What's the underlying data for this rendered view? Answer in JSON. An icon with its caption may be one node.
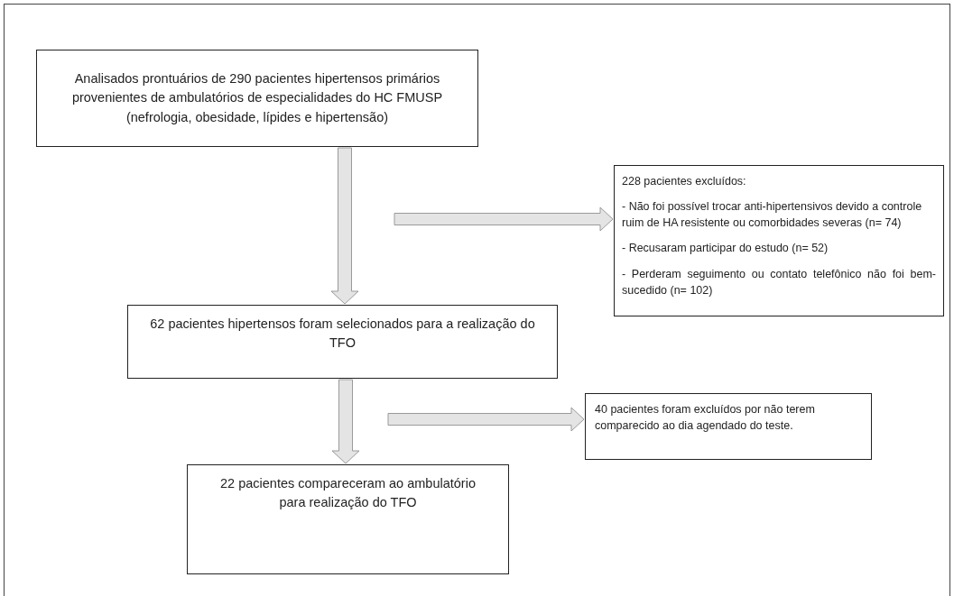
{
  "diagram": {
    "nodes": [
      {
        "text": [
          "Analisados prontuários de 290 pacientes hipertensos primários provenientes de ambulatórios de especialidades do HC FMUSP (nefrologia, obesidade, lípides e hipertensão)"
        ]
      },
      {
        "text": [
          "228 pacientes excluídos:",
          "- Não foi possível trocar anti-hipertensivos devido a controle ruim de HA resistente ou comorbidades severas (n= 74)",
          "- Recusaram participar do estudo (n= 52)",
          "- Perderam seguimento ou contato telefônico não foi bem-sucedido (n= 102)"
        ]
      },
      {
        "text": [
          "62 pacientes hipertensos foram selecionados para a realização do TFO"
        ]
      },
      {
        "text": [
          "40 pacientes foram excluídos por não terem comparecido ao dia agendado do teste."
        ]
      },
      {
        "text": [
          "22 pacientes compareceram ao ambulatório para realização do TFO"
        ]
      }
    ],
    "edges": [
      {
        "from": 0,
        "to": 2,
        "arrow": "to"
      },
      {
        "from": null,
        "to": 1,
        "arrow": "to"
      },
      {
        "from": 2,
        "to": 4,
        "arrow": "to"
      },
      {
        "from": null,
        "to": 3,
        "arrow": "to"
      }
    ]
  }
}
